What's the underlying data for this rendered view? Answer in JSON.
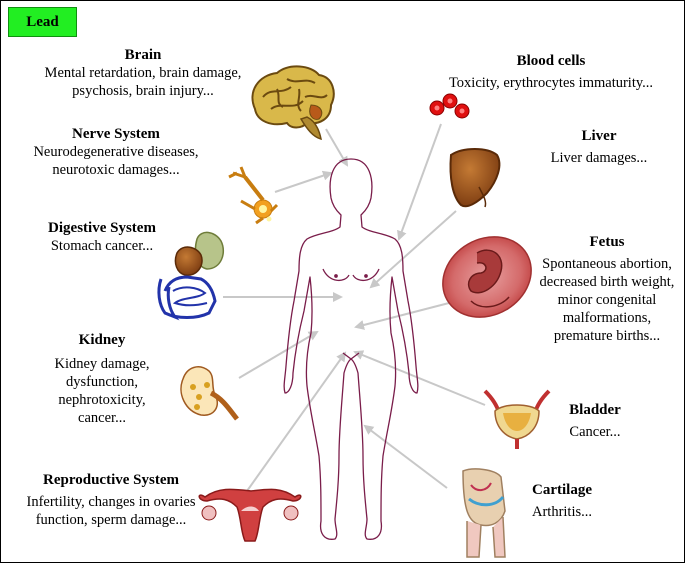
{
  "lead": "Lead",
  "organs": {
    "brain": {
      "title": "Brain",
      "lines": [
        "Mental retardation, brain damage,",
        "psychosis, brain injury..."
      ]
    },
    "nerve": {
      "title": "Nerve System",
      "lines": [
        "Neurodegenerative diseases,",
        "neurotoxic damages..."
      ]
    },
    "digestive": {
      "title": "Digestive System",
      "lines": [
        "Stomach cancer..."
      ]
    },
    "kidney": {
      "title": "Kidney",
      "lines": [
        "Kidney damage,",
        "dysfunction,",
        "nephrotoxicity,",
        "cancer..."
      ]
    },
    "repro": {
      "title": "Reproductive System",
      "lines": [
        "Infertility, changes in ovaries",
        "function, sperm damage..."
      ]
    },
    "blood": {
      "title": "Blood cells",
      "lines": [
        "Toxicity, erythrocytes immaturity..."
      ]
    },
    "liver": {
      "title": "Liver",
      "lines": [
        "Liver damages..."
      ]
    },
    "fetus": {
      "title": "Fetus",
      "lines": [
        "Spontaneous abortion,",
        "decreased birth weight,",
        "minor congenital",
        "malformations,",
        "premature births..."
      ]
    },
    "bladder": {
      "title": "Bladder",
      "lines": [
        "Cancer..."
      ]
    },
    "cartilage": {
      "title": "Cartilage",
      "lines": [
        "Arthritis..."
      ]
    }
  },
  "colors": {
    "badge": "#22ee22",
    "body_outline": "#7a1d4a",
    "arrow": "#c8c8c8",
    "organ_brown": "#a0521a",
    "blood_red": "#e01010"
  }
}
